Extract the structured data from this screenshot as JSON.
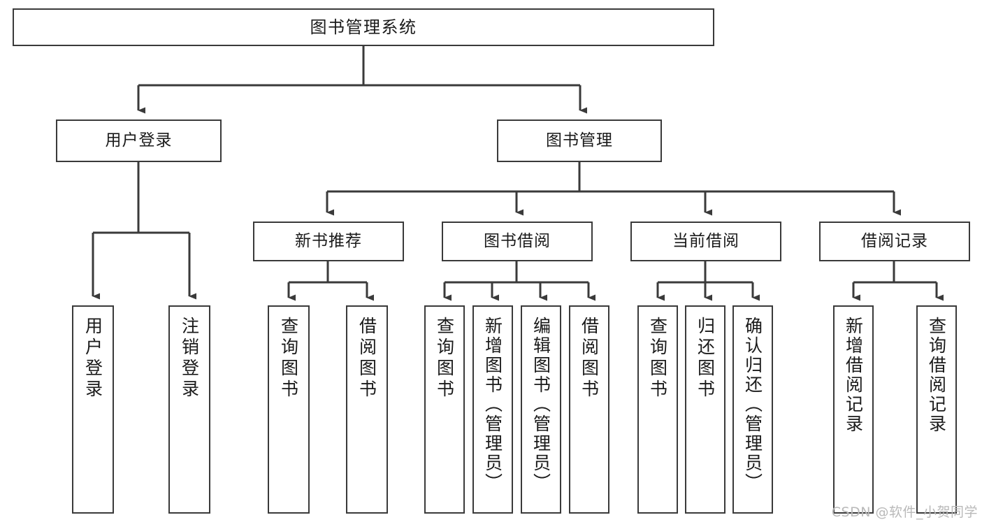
{
  "diagram": {
    "title": "图书管理系统",
    "type": "tree-hierarchy-chart",
    "root": {
      "label": "图书管理系统"
    },
    "level2": [
      {
        "label": "用户登录"
      },
      {
        "label": "图书管理"
      }
    ],
    "level3": [
      {
        "label": "新书推荐"
      },
      {
        "label": "图书借阅"
      },
      {
        "label": "当前借阅"
      },
      {
        "label": "借阅记录"
      }
    ],
    "leaves": {
      "user_login": [
        {
          "label": "用户登录"
        },
        {
          "label": "注销登录"
        }
      ],
      "new_book_recommend": [
        {
          "label": "查询图书"
        },
        {
          "label": "借阅图书"
        }
      ],
      "book_borrow": [
        {
          "label": "查询图书"
        },
        {
          "label": "新增图书（管理员）"
        },
        {
          "label": "编辑图书（管理员）"
        },
        {
          "label": "借阅图书"
        }
      ],
      "current_borrow": [
        {
          "label": "查询图书"
        },
        {
          "label": "归还图书"
        },
        {
          "label": "确认归还（管理员）"
        }
      ],
      "borrow_record": [
        {
          "label": "新增借阅记录"
        },
        {
          "label": "查询借阅记录"
        }
      ]
    }
  },
  "watermark": {
    "text": "CSDN @软件_小贺同学"
  },
  "colors": {
    "stroke": "#3a3a3a",
    "box_fill": "#ffffff",
    "text": "#1a1a1a",
    "watermark": "#b9b9b9",
    "background": "#ffffff"
  }
}
